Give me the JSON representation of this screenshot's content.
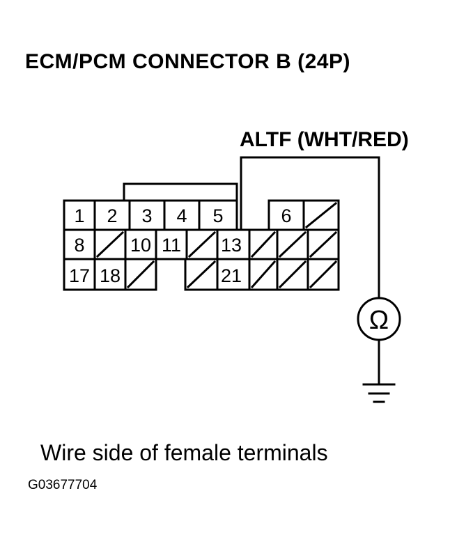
{
  "title": "ECM/PCM CONNECTOR B (24P)",
  "wire_label": "ALTF (WHT/RED)",
  "caption": "Wire side of female terminals",
  "figure_code": "G03677704",
  "meter_symbol": "Ω",
  "pins": {
    "p1": "1",
    "p2": "2",
    "p3": "3",
    "p4": "4",
    "p5": "5",
    "p6": "6",
    "p8": "8",
    "p10": "10",
    "p11": "11",
    "p13": "13",
    "p17": "17",
    "p18": "18",
    "p21": "21"
  }
}
